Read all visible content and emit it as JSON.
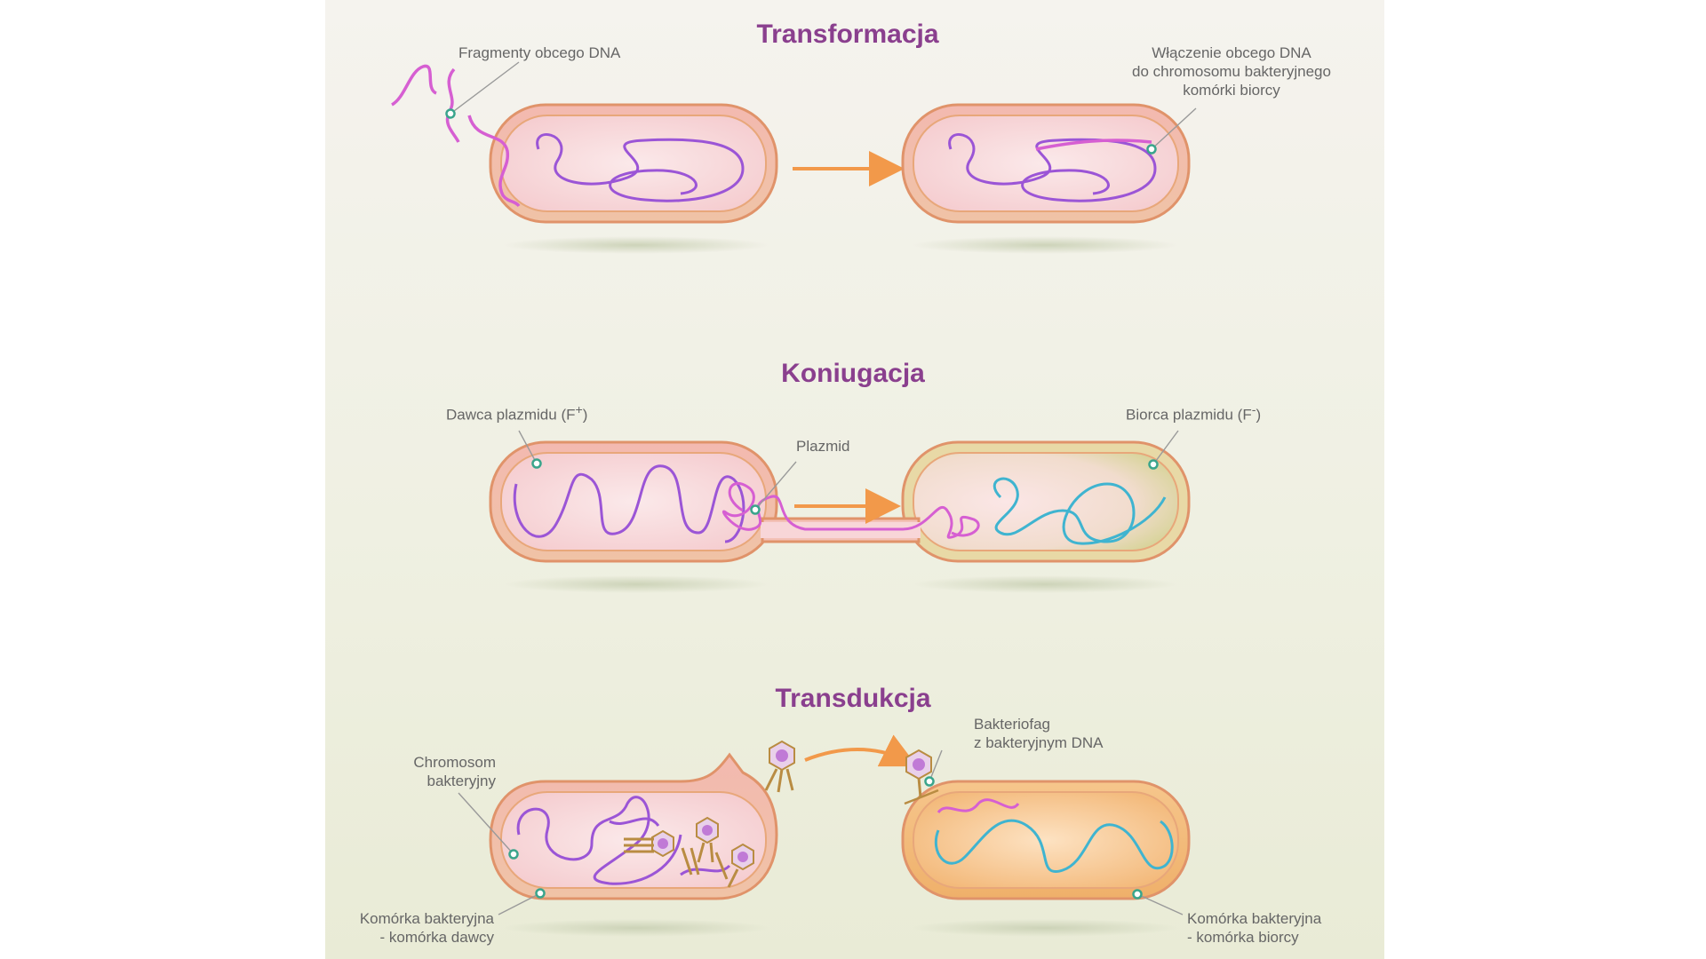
{
  "sections": {
    "transformation": {
      "title": "Transformacja",
      "label_fragments": "Fragmenty obcego DNA",
      "label_integration": [
        "Włączenie obcego DNA",
        "do chromosomu bakteryjnego",
        "komórki biorcy"
      ]
    },
    "conjugation": {
      "title": "Koniugacja",
      "label_donor": "Dawca plazmidu (F",
      "label_donor_sup": "+",
      "label_donor_end": ")",
      "label_plasmid": "Plazmid",
      "label_recipient": "Biorca plazmidu (F",
      "label_recipient_sup": "-",
      "label_recipient_end": ")"
    },
    "transduction": {
      "title": "Transdukcja",
      "label_chromosome": [
        "Chromosom",
        "bakteryjny"
      ],
      "label_phage": [
        "Bakteriofag",
        "z bakteryjnym DNA"
      ],
      "label_donor_cell": [
        "Komórka bakteryjna",
        "- komórka dawcy"
      ],
      "label_recipient_cell": [
        "Komórka bakteryjna",
        "- komórka biorcy"
      ]
    }
  },
  "colors": {
    "title": "#8a3f8e",
    "membrane": "#e8a77a",
    "cytoplasm": "#f8d6d8",
    "chromosome": "#9b55d6",
    "foreign_dna": "#d65fd2",
    "recipient_dna": "#3fb4d0",
    "arrow": "#f2994a",
    "pointer_dot": "#3aa58c",
    "phage": "#b98c42"
  }
}
